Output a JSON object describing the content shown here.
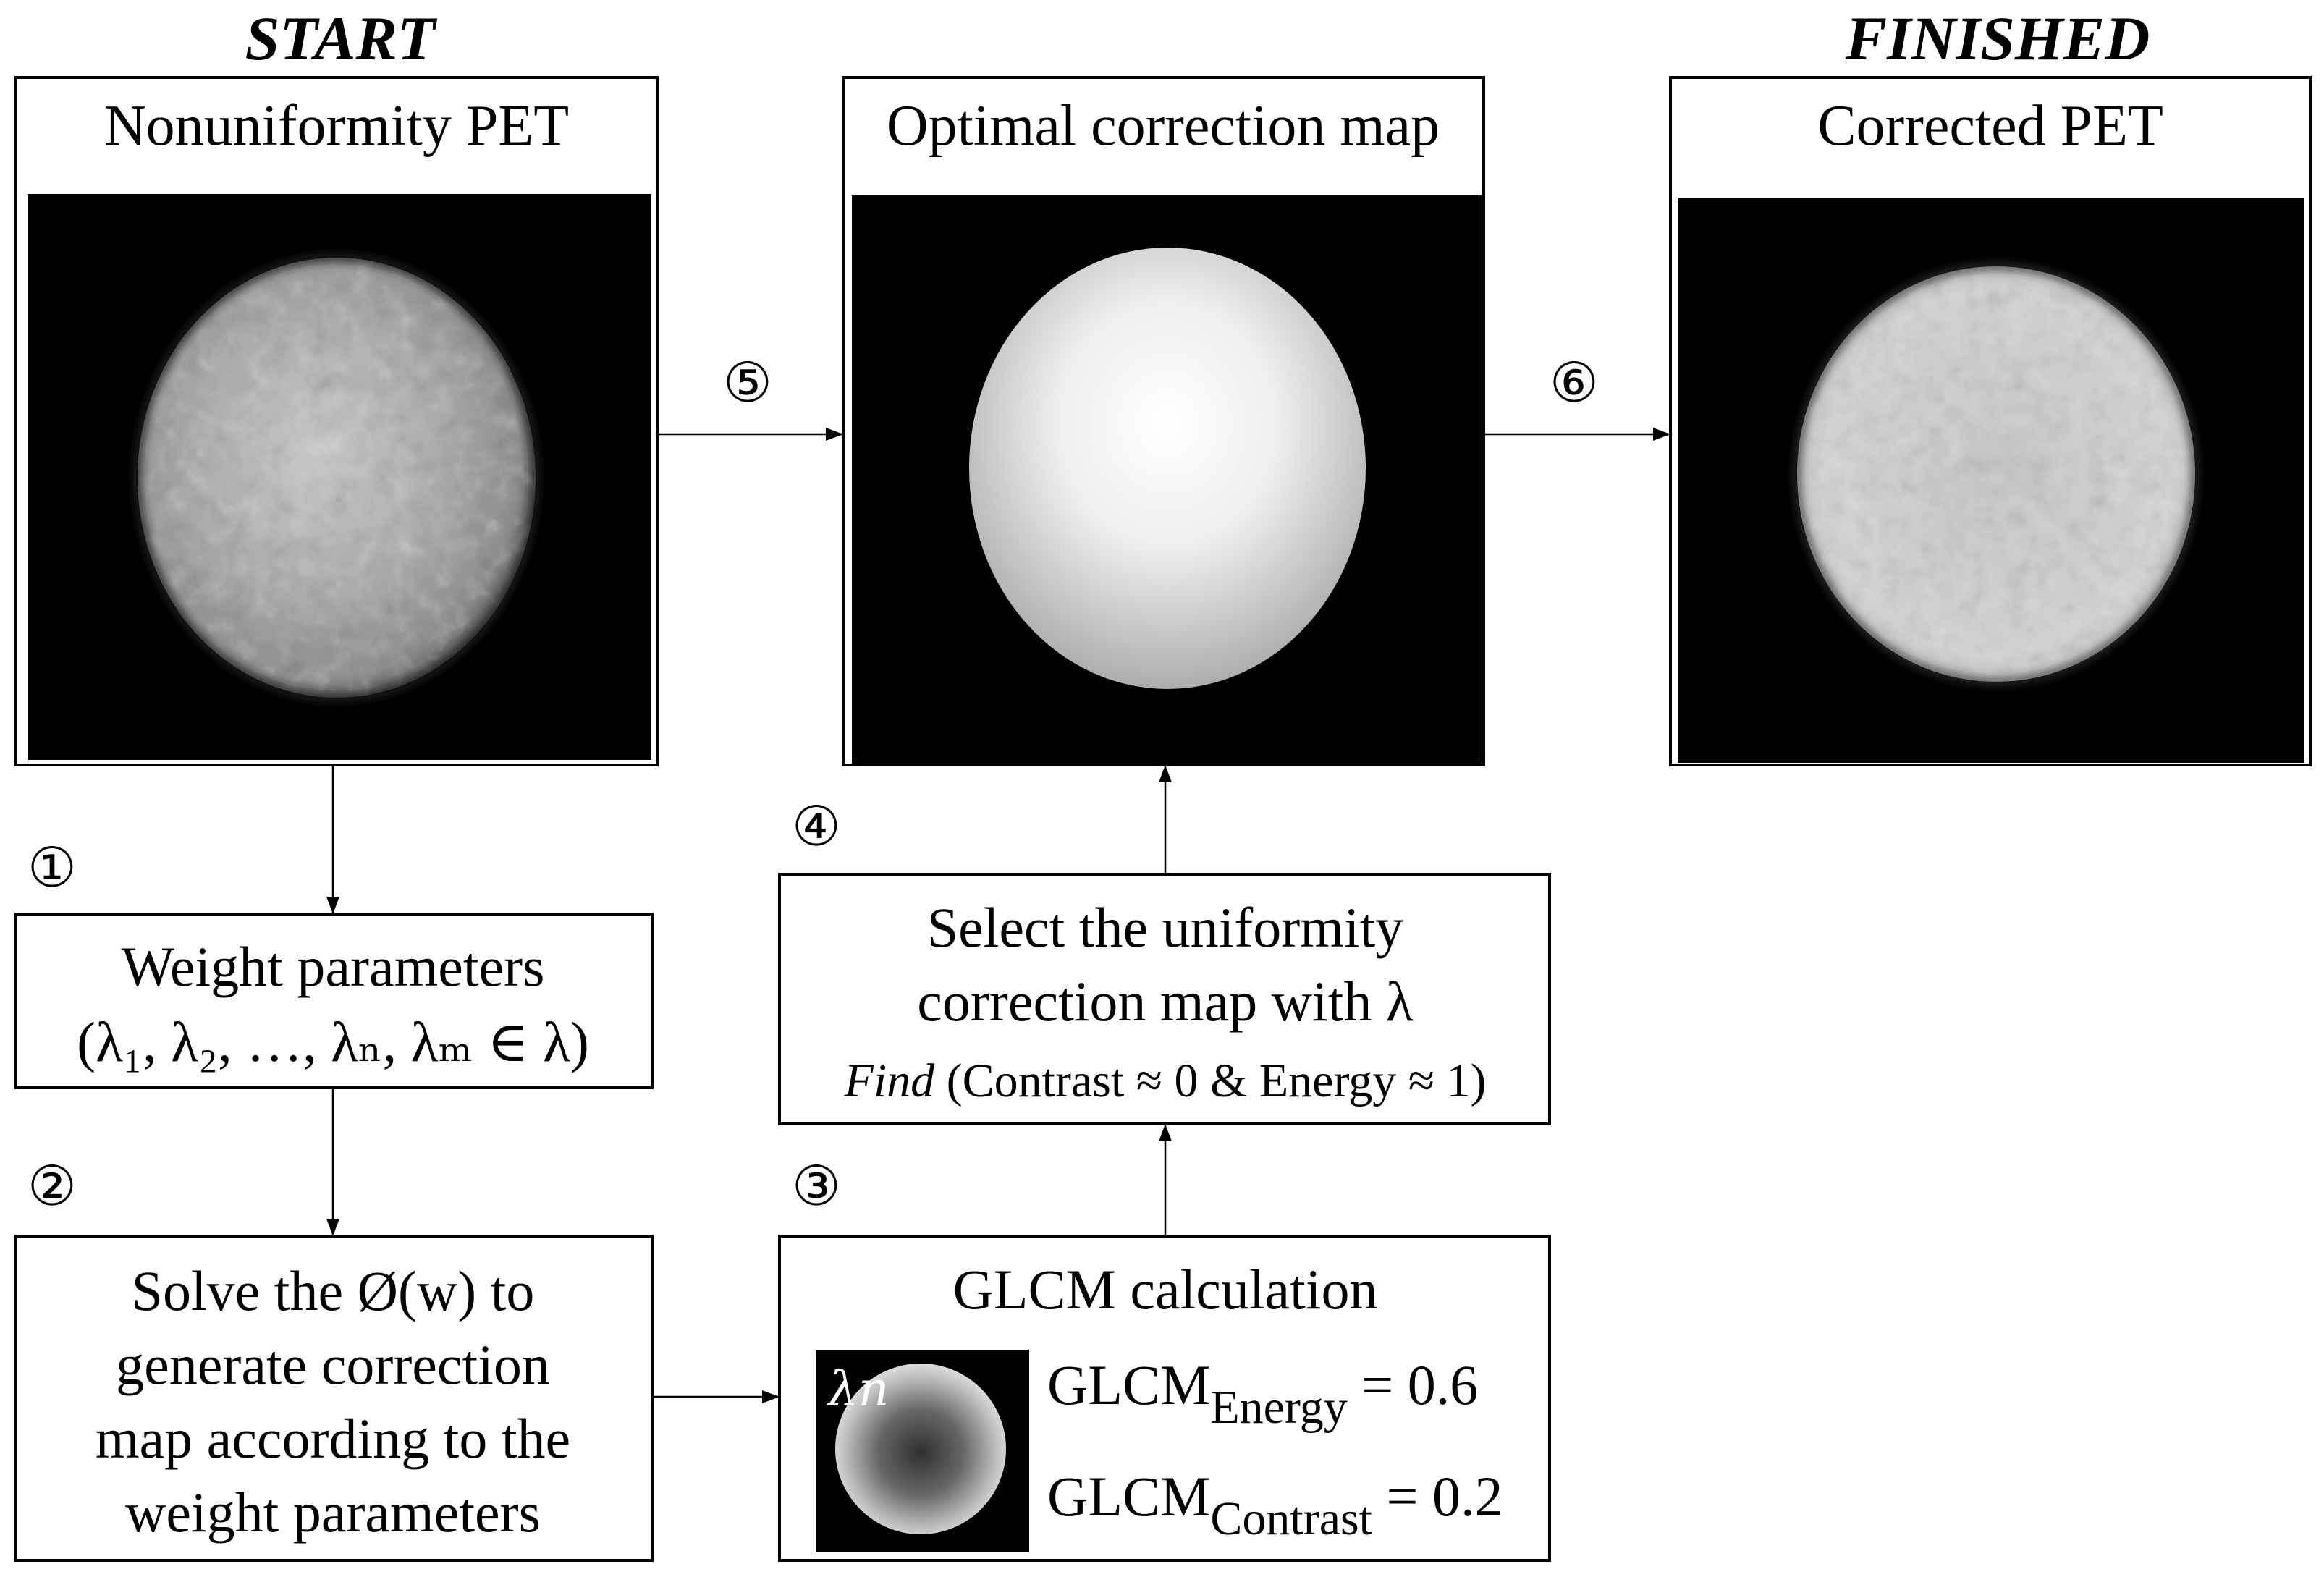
{
  "stages": {
    "start": "START",
    "finished": "FINISHED"
  },
  "panels": {
    "nonuniformity": {
      "title": "Nonuniformity PET"
    },
    "optimal": {
      "title": "Optimal correction map"
    },
    "corrected": {
      "title": "Corrected PET"
    }
  },
  "steps": {
    "s1": "①",
    "s2": "②",
    "s3": "③",
    "s4": "④",
    "s5": "⑤",
    "s6": "⑥"
  },
  "weight_box": {
    "line1": "Weight parameters",
    "line2": "(λ₁, λ₂, …, λₙ, λₘ ∈ λ)"
  },
  "solve_box": {
    "line1": "Solve the Ø(w) to",
    "line2": "generate correction",
    "line3": "map according to the",
    "line4": "weight parameters"
  },
  "glcm_box": {
    "title": "GLCM calculation",
    "inset_label": "λn",
    "energy_prefix": "GLCM",
    "energy_sub": "Energy",
    "energy_value": " = 0.6",
    "contrast_prefix": "GLCM",
    "contrast_sub": "Contrast",
    "contrast_value": " = 0.2"
  },
  "select_box": {
    "line1": "Select the uniformity",
    "line2": "correction map with λ",
    "find_italic": "Find",
    "find_rest": " (Contrast ≈ 0 & Energy ≈ 1)"
  }
}
